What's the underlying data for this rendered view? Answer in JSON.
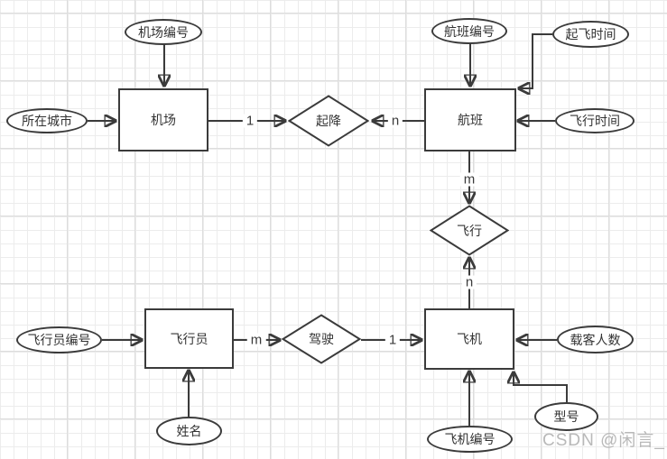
{
  "diagram": {
    "entities": {
      "airport": "机场",
      "flight": "航班",
      "pilot": "飞行员",
      "plane": "飞机"
    },
    "relationships": {
      "takeoff_landing": "起降",
      "flying": "飞行",
      "drives": "驾驶"
    },
    "attributes": {
      "airport_number": "机场编号",
      "city": "所在城市",
      "flight_number": "航班编号",
      "takeoff_time": "起飞时间",
      "flight_time": "飞行时间",
      "pilot_number": "飞行员编号",
      "name": "姓名",
      "passenger_capacity": "载客人数",
      "model": "型号",
      "plane_number": "飞机编号"
    },
    "cardinalities": {
      "airport_takeoff": "1",
      "flight_takeoff": "n",
      "flight_flying": "m",
      "plane_flying": "n",
      "pilot_drives": "m",
      "plane_drives": "1"
    },
    "watermark": "CSDN @闲言_",
    "colors": {
      "stroke": "#3b3b3b",
      "text": "#333333",
      "watermark_text": "#b9b9b9",
      "grid_minor": "#ececec",
      "grid_major": "#dddddd",
      "shape_fill": "#ffffff"
    }
  }
}
